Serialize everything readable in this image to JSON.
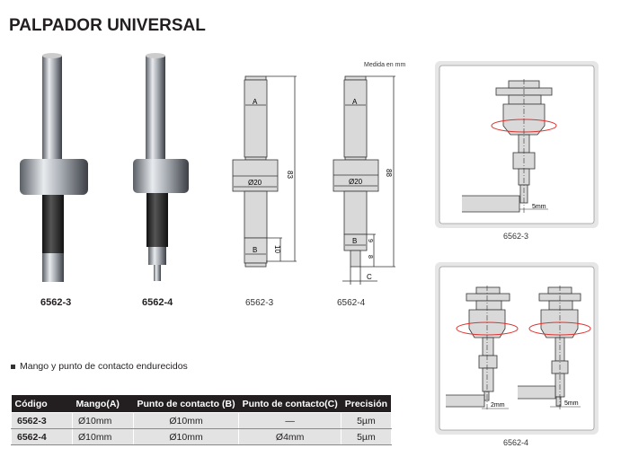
{
  "title": "PALPADOR UNIVERSAL",
  "photos": [
    {
      "label": "6562-3"
    },
    {
      "label": "6562-4"
    }
  ],
  "drawings": {
    "unit_note": "Medida en mm",
    "d1": {
      "label": "6562-3",
      "a": "A",
      "dia": "Ø20",
      "b": "B",
      "len": "83",
      "tip": "10"
    },
    "d2": {
      "label": "6562-4",
      "a": "A",
      "dia": "Ø20",
      "b": "B",
      "c": "C",
      "len": "88",
      "tip1": "9",
      "tip2": "8"
    }
  },
  "usage": {
    "box1": {
      "label": "6562-3",
      "offset": "5mm"
    },
    "box2": {
      "label": "6562-4",
      "offset_left": "2mm",
      "offset_right": "5mm"
    }
  },
  "feature": "Mango y punto de contacto endurecidos",
  "table": {
    "headers": [
      "Código",
      "Mango(A)",
      "Punto de contacto (B)",
      "Punto de contacto(C)",
      "Precisión"
    ],
    "rows": [
      [
        "6562-3",
        "Ø10mm",
        "Ø10mm",
        "—",
        "5µm"
      ],
      [
        "6562-4",
        "Ø10mm",
        "Ø10mm",
        "Ø4mm",
        "5µm"
      ]
    ]
  },
  "colors": {
    "header": "#231f20",
    "rowbg": "#e3e3e3",
    "rotation": "#e0322f"
  }
}
